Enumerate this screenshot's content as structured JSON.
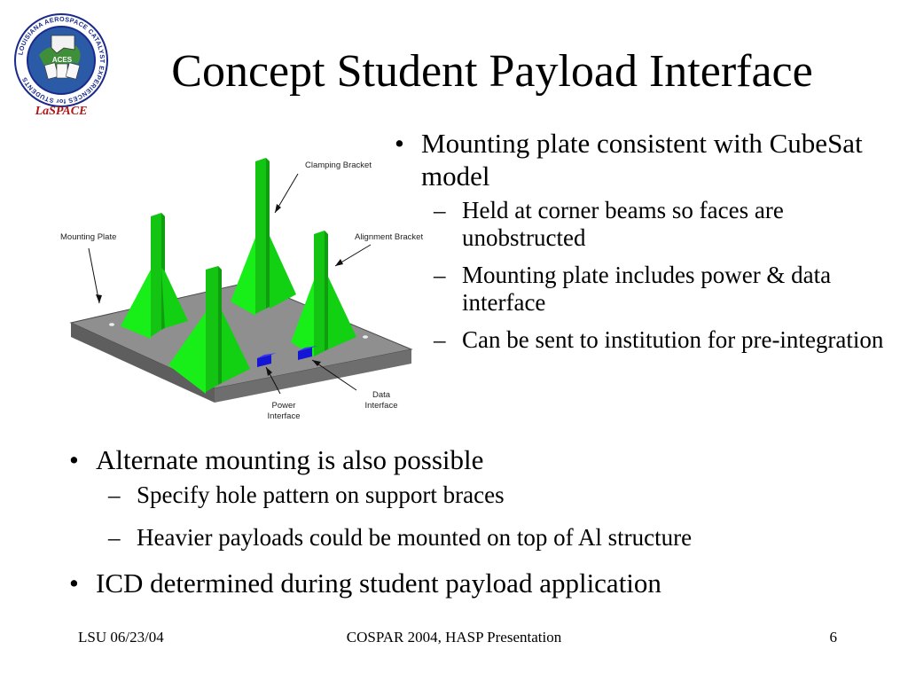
{
  "slide": {
    "title": "Concept Student Payload Interface"
  },
  "logo": {
    "ring_text": "LOUISIANA AEROSPACE CATALYST EXPERIENCES for STUDENTS",
    "center_text": "ACES",
    "brand_text": "LaSPACE",
    "colors": {
      "ring": "#1a2a8c",
      "earth": "#2b5aa6",
      "brand": "#b01616"
    }
  },
  "figure": {
    "callouts": {
      "clamping_bracket": "Clamping Bracket",
      "mounting_plate": "Mounting Plate",
      "alignment_bracket": "Alignment Bracket",
      "power_interface_line1": "Power",
      "power_interface_line2": "Interface",
      "data_interface_line1": "Data",
      "data_interface_line2": "Interface"
    },
    "colors": {
      "bracket": "#18ee18",
      "plate": "#8f8f8f",
      "connector": "#1515d6"
    }
  },
  "top_bullets": {
    "main": "Mounting plate consistent with CubeSat model",
    "subs": [
      "Held at corner beams so faces are unobstructed",
      "Mounting plate includes power & data interface",
      "Can be sent to institution for pre-integration"
    ]
  },
  "bottom_bullets": {
    "items": [
      {
        "text": "Alternate mounting is also possible",
        "subs": [
          "Specify hole pattern on support braces",
          "Heavier payloads could be mounted on top of Al structure"
        ]
      },
      {
        "text": "ICD determined during student payload application"
      }
    ]
  },
  "glyphs": {
    "bullet": "•",
    "dash": "–"
  },
  "footer": {
    "left": "LSU 06/23/04",
    "center": "COSPAR 2004, HASP Presentation",
    "page": "6"
  }
}
